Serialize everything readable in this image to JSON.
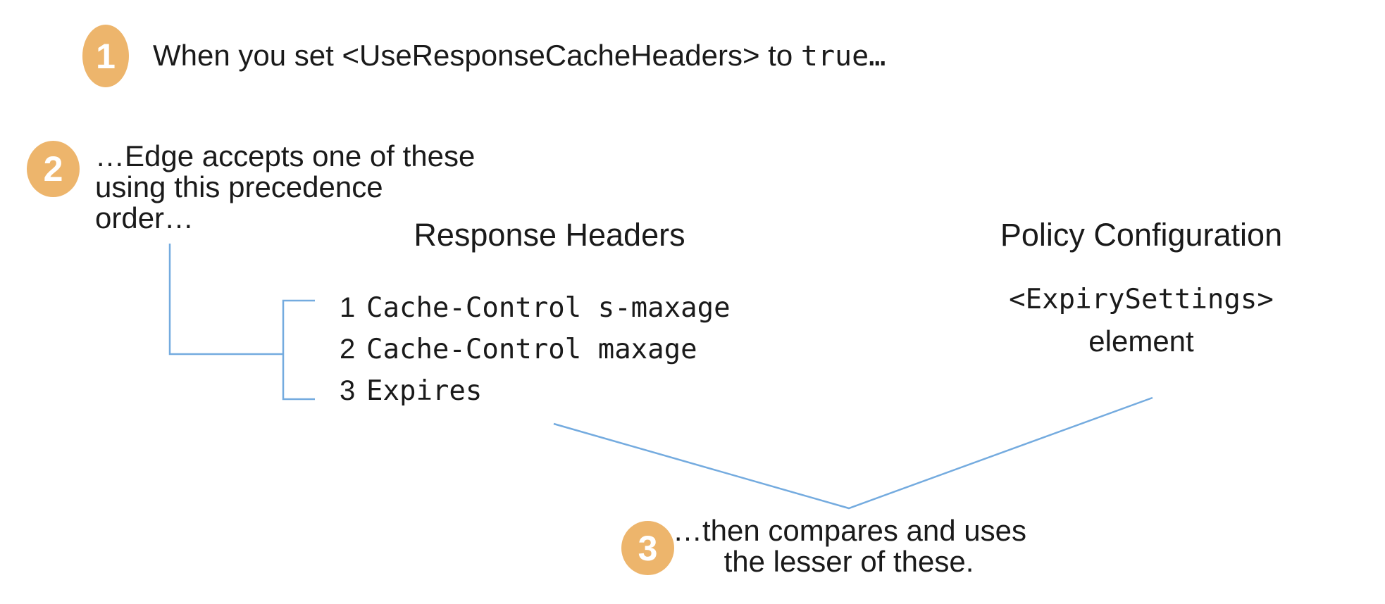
{
  "steps": [
    {
      "num": "1",
      "prefix": "When you set <UseResponseCacheHeaders> to ",
      "code": "true…"
    },
    {
      "num": "2",
      "lines": [
        "…Edge accepts one of these",
        "using this precedence",
        "order…"
      ]
    },
    {
      "num": "3",
      "lines": [
        "…then compares and uses",
        "the lesser of these."
      ]
    }
  ],
  "columns": {
    "response_headers": {
      "title": "Response Headers",
      "items": [
        {
          "rank": "1",
          "name": "Cache-Control s-maxage"
        },
        {
          "rank": "2",
          "name": "Cache-Control maxage"
        },
        {
          "rank": "3",
          "name": "Expires"
        }
      ]
    },
    "policy_configuration": {
      "title": "Policy Configuration",
      "code": "<ExpirySettings>",
      "label": "element"
    }
  },
  "colors": {
    "badge_orange": "#EDB56C",
    "connector_blue": "#74ABDF",
    "text_black": "#1A1A1A",
    "number_white": "#FFFFFF",
    "background": "#FFFFFF"
  }
}
